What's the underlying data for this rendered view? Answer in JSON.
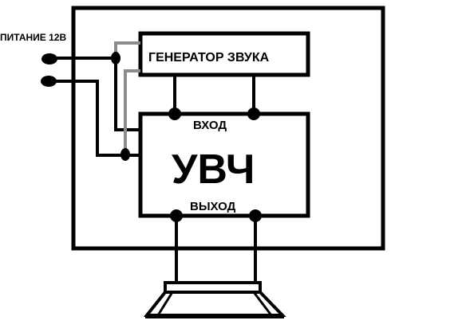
{
  "power_label": "ПИТАНИЕ 12В",
  "generator": {
    "title": "ГЕНЕРАТОР ЗВУКА"
  },
  "amplifier": {
    "title": "УВЧ",
    "input_label": "ВХОД",
    "output_label": "ВЫХОД"
  },
  "colors": {
    "line": "#000000",
    "wire_gray": "#8c8c8c",
    "background": "#ffffff"
  }
}
